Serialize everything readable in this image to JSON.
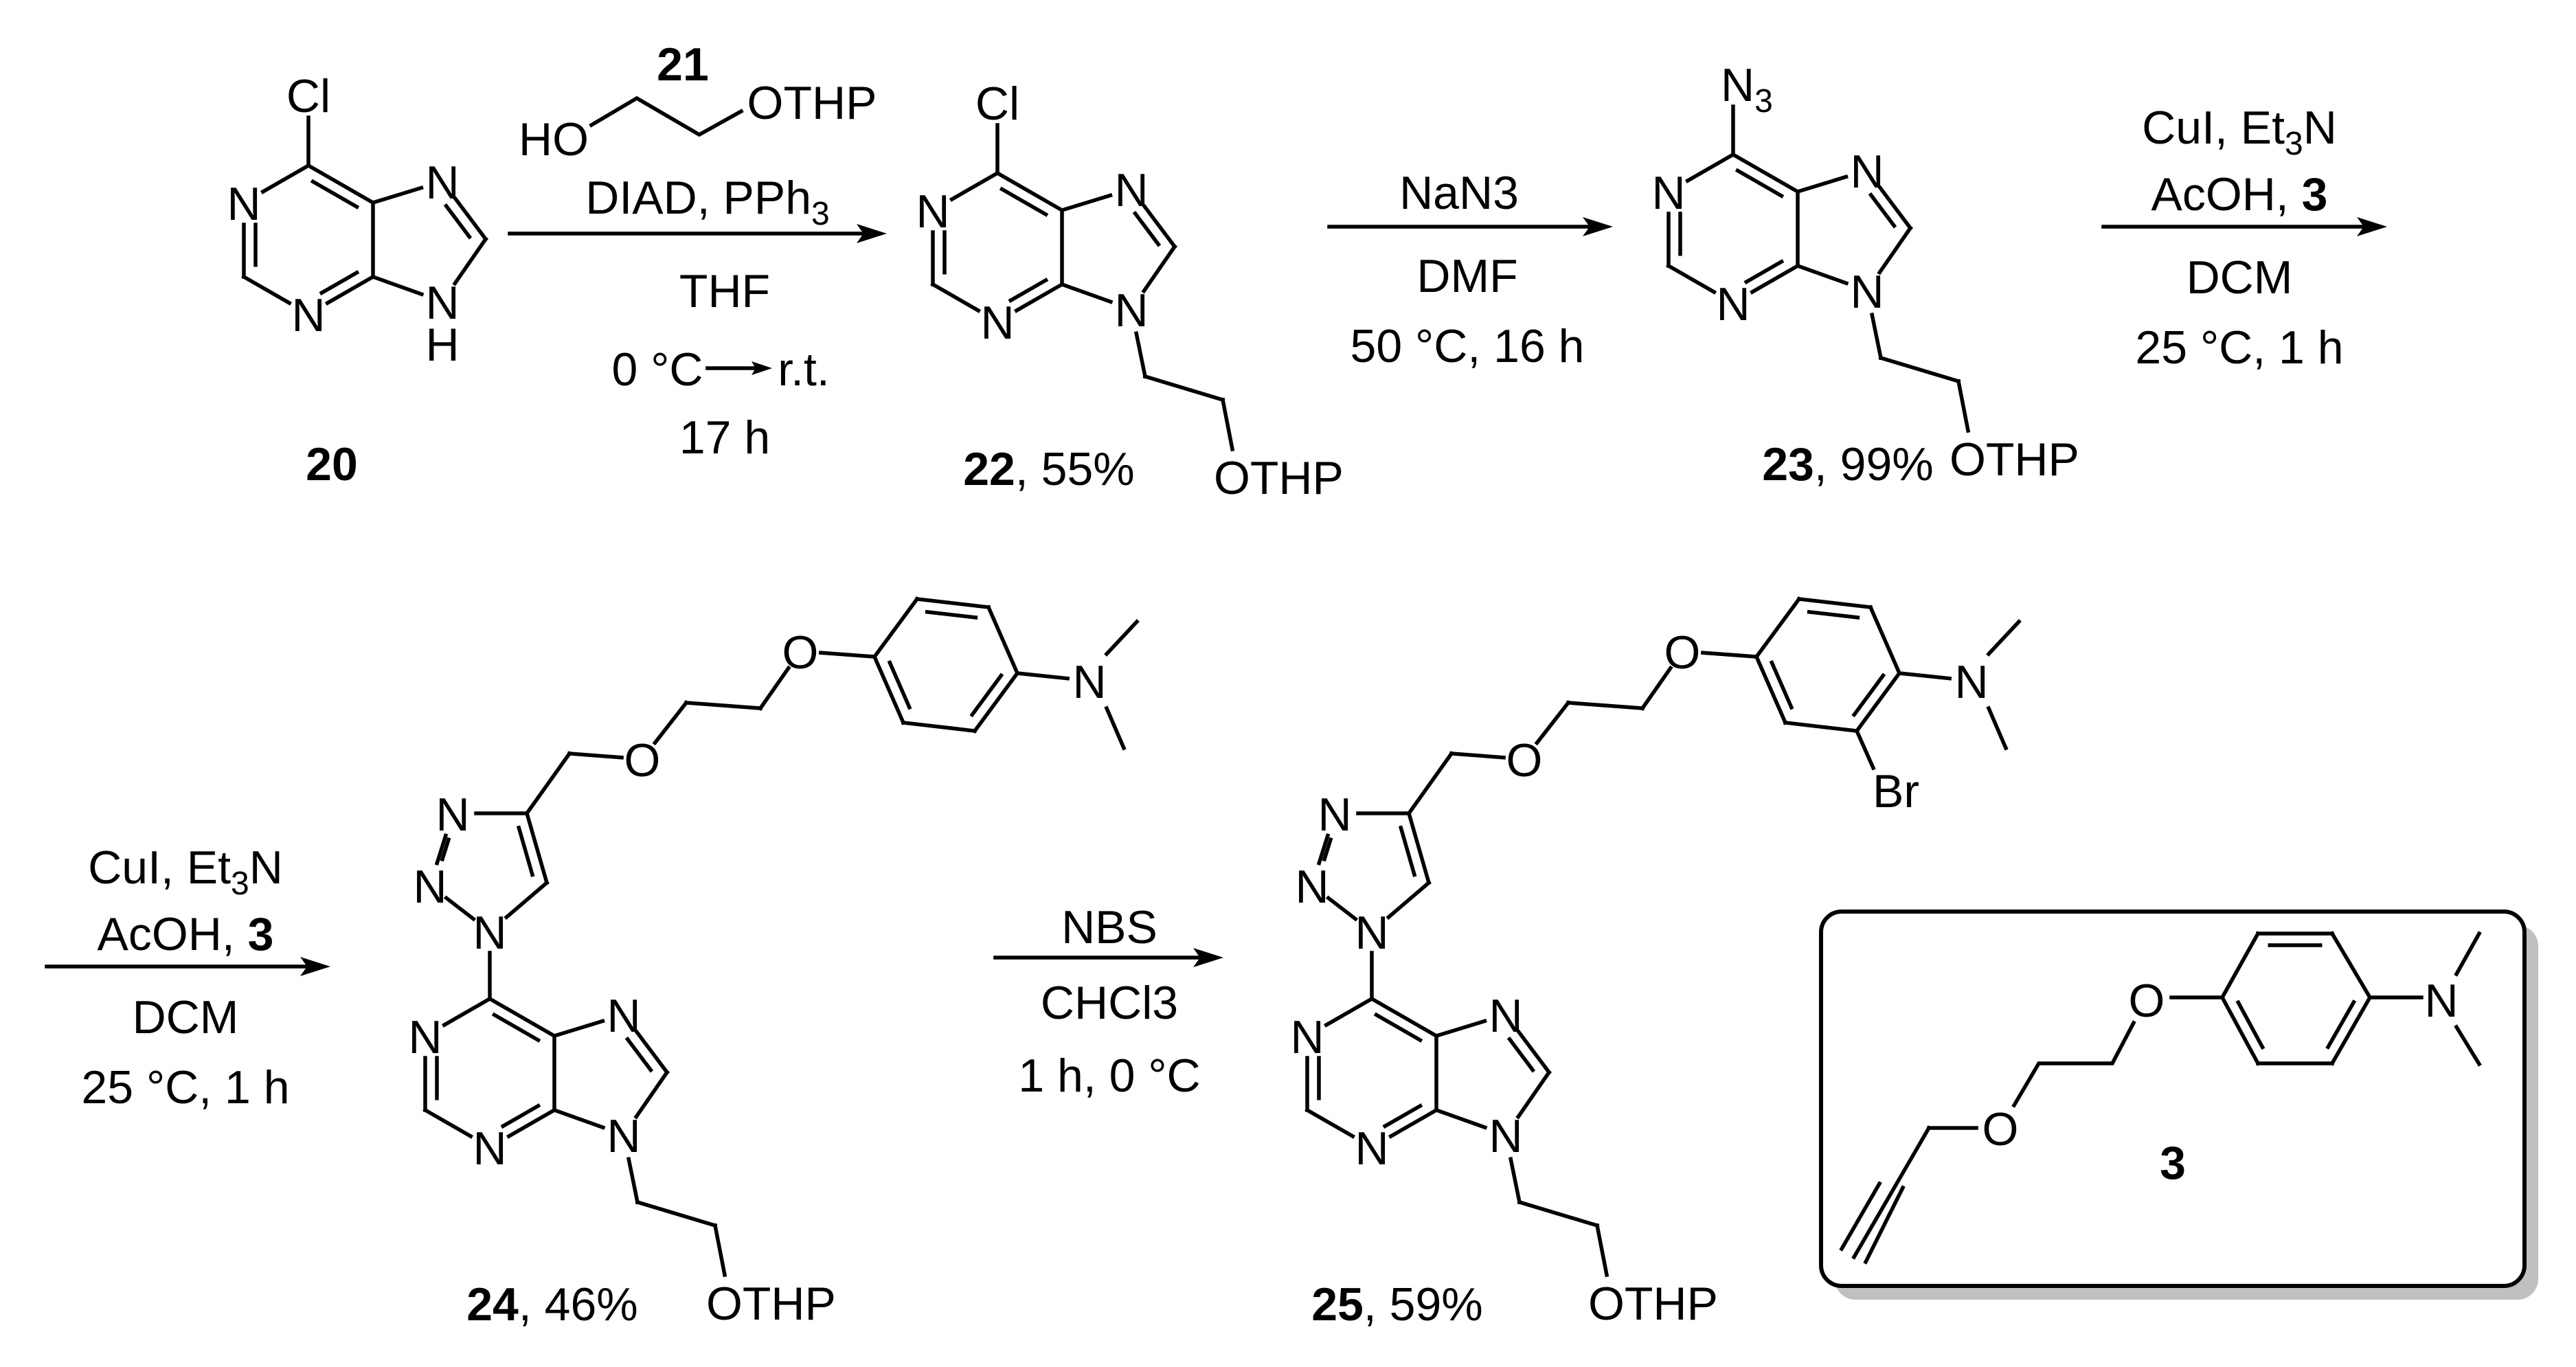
{
  "colors": {
    "ink": "#000000",
    "background": "#ffffff",
    "box_shadow": "#c0c0c0"
  },
  "compounds": {
    "c20": {
      "number": "20",
      "substituent": "Cl",
      "atoms": {
        "n1": "N",
        "n3": "N",
        "n7": "N",
        "n9": "N",
        "h9": "H"
      }
    },
    "c21": {
      "number": "21",
      "left_group": "HO",
      "right_group": "OTHP"
    },
    "c22": {
      "number": "22",
      "yield": ", 55%",
      "substituent": "Cl",
      "side_chain": "OTHP",
      "atoms": {
        "n1": "N",
        "n3": "N",
        "n7": "N",
        "n9": "N"
      }
    },
    "c23": {
      "number": "23",
      "yield": ", 99%",
      "substituent": "N3",
      "side_chain": "OTHP",
      "atoms": {
        "n1": "N",
        "n3": "N",
        "n7": "N",
        "n9": "N"
      }
    },
    "c24": {
      "number": "24",
      "yield": ", 46%",
      "side_chain": "OTHP",
      "atoms": {
        "n1": "N",
        "n3": "N",
        "n7": "N",
        "n9": "N"
      },
      "triazole": {
        "n1": "N",
        "n2": "N",
        "n3": "N"
      },
      "ether_o1": "O",
      "ether_o2": "O",
      "amine_n": "N"
    },
    "c25": {
      "number": "25",
      "yield": ", 59%",
      "side_chain": "OTHP",
      "atoms": {
        "n1": "N",
        "n3": "N",
        "n7": "N",
        "n9": "N"
      },
      "triazole": {
        "n1": "N",
        "n2": "N",
        "n3": "N"
      },
      "ether_o1": "O",
      "ether_o2": "O",
      "amine_n": "N",
      "bromo": "Br"
    },
    "c3": {
      "number": "3",
      "ether_o1": "O",
      "ether_o2": "O",
      "amine_n": "N"
    }
  },
  "steps": [
    {
      "reagents": "DIAD, PPh3",
      "solvent": "THF",
      "temp_start": "0 °C",
      "temp_end": "r.t.",
      "time": "17 h"
    },
    {
      "reagent": "NaN3",
      "solvent": "DMF",
      "conditions": "50 °C, 16 h"
    },
    {
      "reagents": "CuI, Et3N",
      "additive": "AcOH, ",
      "compound_ref": "3",
      "solvent": "DCM",
      "conditions": "25 °C, 1 h"
    },
    {
      "reagents": "CuI, Et3N",
      "additive": "AcOH, ",
      "compound_ref": "3",
      "solvent": "DCM",
      "conditions": "25 °C, 1 h"
    },
    {
      "reagent": "NBS",
      "solvent": "CHCl3",
      "conditions": "1 h, 0 °C"
    }
  ]
}
